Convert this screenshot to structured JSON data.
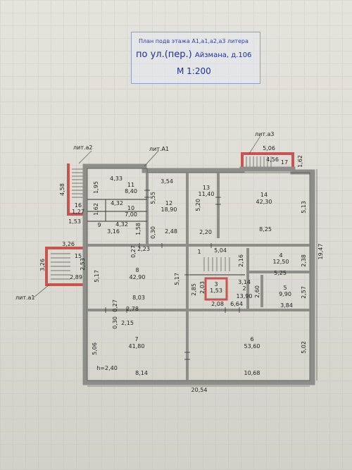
{
  "stamp": {
    "line1": "План подв этажа А1,а1,а2,а3  литера",
    "line2_prefix": "по ул.(пер.)",
    "line2_addr": "Айзмана, д.106",
    "scale": "М 1:200"
  },
  "litera": {
    "a2": "лит.а2",
    "A1": "лит.А1",
    "a3": "лит.а3",
    "a1": "лит.а1"
  },
  "rooms": [
    {
      "id": "11",
      "number": "11",
      "area": "8,40"
    },
    {
      "id": "10",
      "number": "10",
      "area": "7,00"
    },
    {
      "id": "9",
      "number": "9",
      "area": "4,32"
    },
    {
      "id": "12",
      "number": "12",
      "area": "18,90"
    },
    {
      "id": "13",
      "number": "13",
      "area": "11,40"
    },
    {
      "id": "14",
      "number": "14",
      "area": "42,30"
    },
    {
      "id": "16",
      "number": "16",
      "area": "1,27"
    },
    {
      "id": "15",
      "number": "15",
      "area": ""
    },
    {
      "id": "8",
      "number": "8",
      "area": "42,90"
    },
    {
      "id": "1",
      "number": "1",
      "area": ""
    },
    {
      "id": "3",
      "number": "3",
      "area": "1,53"
    },
    {
      "id": "2",
      "number": "2",
      "area": "13,90"
    },
    {
      "id": "4",
      "number": "4",
      "area": "12,50"
    },
    {
      "id": "5",
      "number": "5",
      "area": "9,90"
    },
    {
      "id": "7",
      "number": "7",
      "area": "41,80"
    },
    {
      "id": "6",
      "number": "6",
      "area": "53,60"
    },
    {
      "id": "17",
      "number": "17",
      "area": ""
    }
  ],
  "dimensions": {
    "d_4_33": "4,33",
    "d_3_54": "3,54",
    "d_1_95": "1,95",
    "d_5_55": "5,55",
    "d_4_32a": "4,32",
    "d_1_62": "1,62",
    "d_4_32b": "4,32",
    "d_1_58": "1,58",
    "d_3_16": "3,16",
    "d_0_30a": "0,30",
    "d_2_48": "2,48",
    "d_5_20": "5,20",
    "d_2_20": "2,20",
    "d_8_25": "8,25",
    "d_5_13": "5,13",
    "d_4_58": "4,58",
    "d_1_53": "1,53",
    "d_5_06a": "5,06",
    "d_4_56": "4,56",
    "d_1_62b": "1,62",
    "d_3_26a": "3,26",
    "d_3_26b": "3,26",
    "d_2_53": "2,53",
    "d_2_89": "2,89",
    "d_0_27a": "0,27",
    "d_2_23": "2,23",
    "d_5_17a": "5,17",
    "d_5_17b": "5,17",
    "d_5_04": "5,04",
    "d_2_16": "2,16",
    "d_2_38": "2,38",
    "d_19_47": "19,47",
    "d_5_25": "5,25",
    "d_2_85": "2,85",
    "d_2_03": "2,03",
    "d_3_14": "3,14",
    "d_2_60": "2,60",
    "d_2_57": "2,57",
    "d_8_03": "8,03",
    "d_0_27b": "0,27",
    "d_2_78": "2,78",
    "d_0_30b": "0,30",
    "d_2_15": "2,15",
    "d_2_08": "2,08",
    "d_6_64": "6,64",
    "d_3_84": "3,84",
    "d_5_06b": "5,06",
    "d_5_02": "5,02",
    "d_h": "h=2,40",
    "d_8_14": "8,14",
    "d_10_68": "10,68",
    "d_20_54": "20,54"
  },
  "colors": {
    "wall": "#8d8d89",
    "wall_dark": "#55554f",
    "annex": "#c9534f",
    "ink": "#222222",
    "stamp_ink": "#1f2f95"
  }
}
